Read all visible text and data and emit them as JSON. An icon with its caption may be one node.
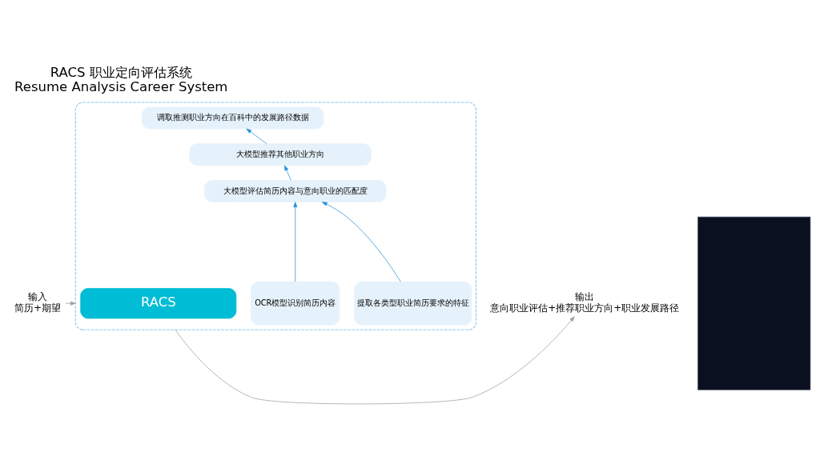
{
  "diagram": {
    "title": "RACS 职业定向评估系统",
    "caption": "Resume Analysis Career System",
    "nodes": [
      {
        "text": [
          "输入",
          "简历+期望"
        ]
      },
      {
        "text": [],
        "shape": "octagon"
      },
      {
        "text": [
          "RACS"
        ],
        "in": 1
      },
      {
        "text": [
          "调取推测职业方向在百科中的发展路径数据"
        ],
        "in": 1
      },
      {
        "text": [
          "大模型推荐其他职业方向"
        ],
        "in": 1
      },
      {
        "text": [
          "大模型评估简历内容与意向职业的匹配度"
        ],
        "in": 1
      },
      {
        "text": [
          "OCR模型识别简历内容"
        ],
        "in": 1
      },
      {
        "text": [
          "提取各类型职业简历要求的特征"
        ],
        "in": 1
      },
      {
        "text": [
          "输出",
          "意向职业评估+推荐职业方向+职业发展路径"
        ]
      },
      {
        "text": [],
        "shape": "box"
      }
    ],
    "edges": [
      {
        "from": 0,
        "to": 1,
        "arrow": "to",
        "color": "#9e9e9e"
      },
      {
        "from": 1,
        "to": 8,
        "arrow": "to",
        "color": "#9e9e9e"
      },
      {
        "from": 6,
        "to": 5,
        "arrow": "to"
      },
      {
        "from": 7,
        "to": 5,
        "arrow": "to"
      },
      {
        "from": 5,
        "to": 4,
        "arrow": "to"
      },
      {
        "from": 4,
        "to": 3,
        "arrow": "to"
      }
    ]
  }
}
